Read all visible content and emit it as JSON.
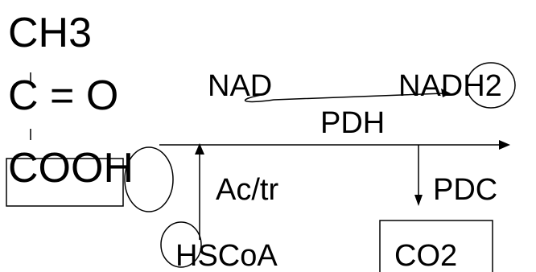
{
  "molecule": {
    "line1": "CH3",
    "line2": "C = O",
    "line3": "COOH"
  },
  "labels": {
    "nad": "NAD",
    "nadh2": "NADH2",
    "pdh": "PDH",
    "actr": "Ac/tr",
    "pdc": "PDC",
    "hscoa": "HSCoA",
    "co2": "CO2"
  },
  "colors": {
    "ink": "#000000",
    "background": "#ffffff"
  }
}
